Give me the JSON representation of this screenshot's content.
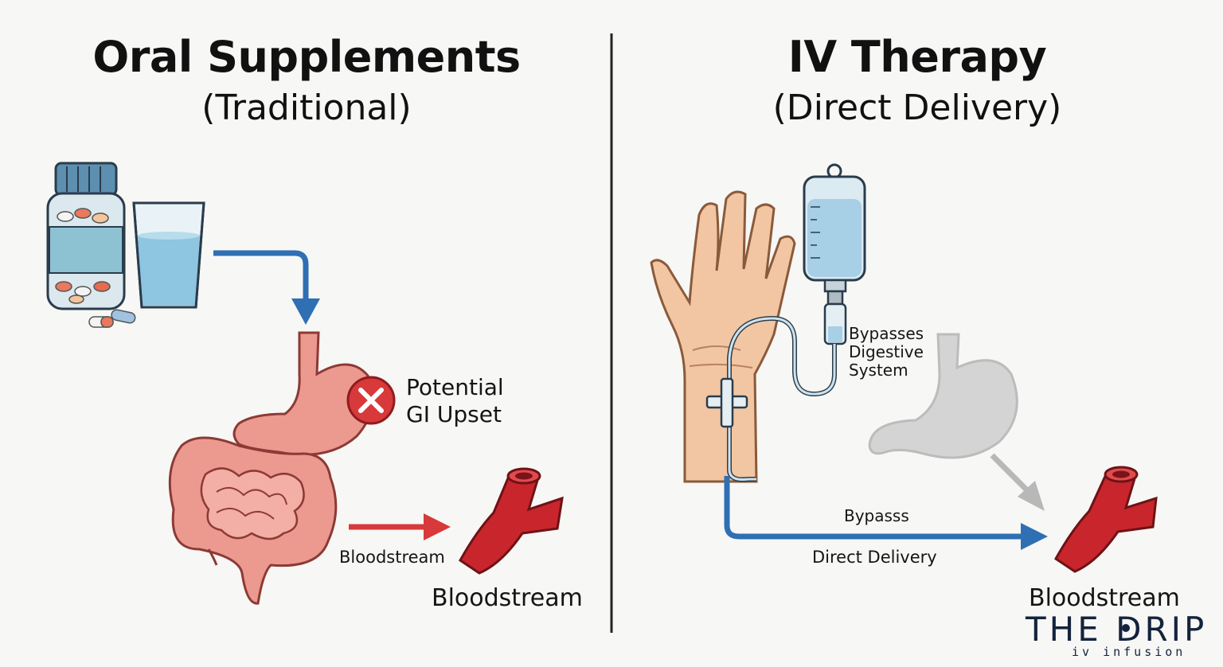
{
  "left": {
    "title": "Oral Supplements",
    "subtitle": "(Traditional)",
    "side_effect_label_line1": "Potential",
    "side_effect_label_line2": "GI Upset",
    "arrow_label": "Bloodstream",
    "destination_label": "Bloodstream"
  },
  "right": {
    "title": "IV Therapy",
    "subtitle": "(Direct Delivery)",
    "bypass_note_line1": "Bypasses",
    "bypass_note_line2": "Digestive",
    "bypass_note_line3": "System",
    "arrow_label_top": "Bypasss",
    "arrow_label_bottom": "Direct Delivery",
    "destination_label": "Bloodstream"
  },
  "logo": {
    "name": "THE DRIP",
    "tagline": "iv infusion"
  },
  "colors": {
    "blue_arrow": "#2f6fb3",
    "red_arrow": "#d8393a",
    "gray_arrow": "#b8b8b8",
    "stomach": "#ec9a90",
    "vessel": "#c8262c",
    "divider": "#222222"
  }
}
